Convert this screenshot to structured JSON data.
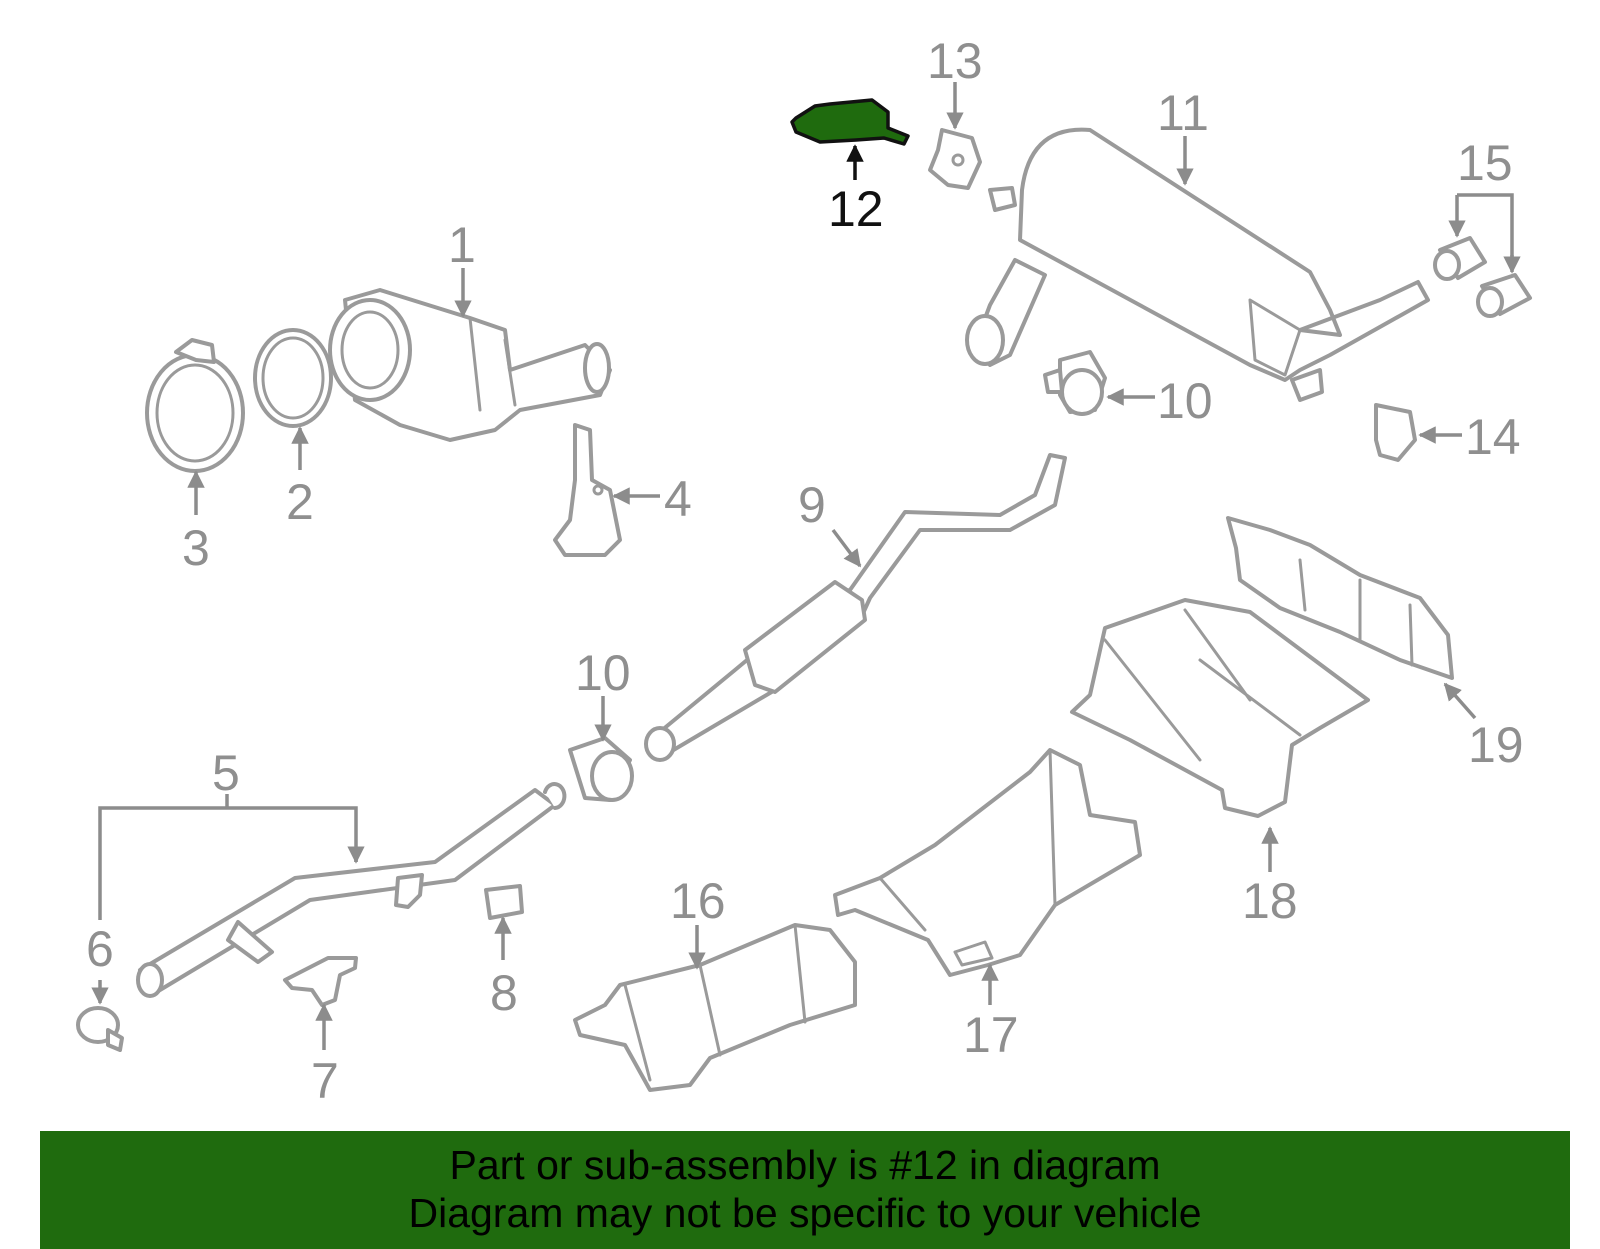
{
  "diagram": {
    "callouts": [
      "1",
      "2",
      "3",
      "4",
      "5",
      "6",
      "7",
      "8",
      "9",
      "10",
      "10",
      "11",
      "12",
      "13",
      "14",
      "15",
      "16",
      "17",
      "18",
      "19"
    ],
    "highlighted_part": "12",
    "highlight_color": "#1f6b0e",
    "part_color": "#9a9a9a"
  },
  "banner": {
    "line1": "Part or sub-assembly is #12 in diagram",
    "line2": "Diagram may not be specific to your vehicle",
    "background": "#1f6b0e"
  }
}
